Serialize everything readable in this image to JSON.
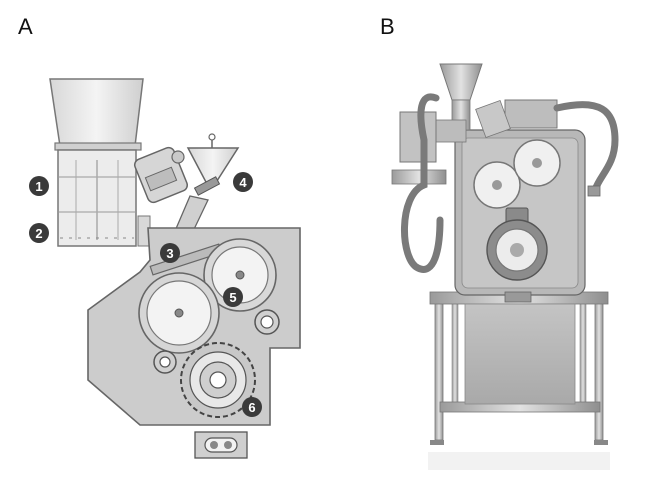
{
  "panels": [
    {
      "label": "A"
    },
    {
      "label": "B"
    }
  ],
  "callouts": [
    "1",
    "2",
    "3",
    "4",
    "5",
    "6"
  ],
  "colors": {
    "machine_fill": "#cfcfcf",
    "outline": "#555555",
    "callout_fill": "#3a3a3a",
    "steel": "#b9b9b9"
  }
}
